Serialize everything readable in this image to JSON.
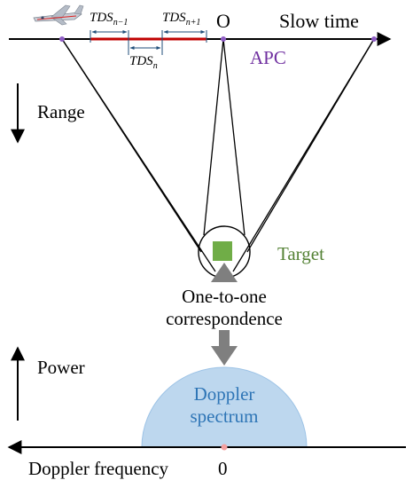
{
  "diagram": {
    "slow_time_label": "Slow time",
    "origin_label": "O",
    "apc_label": "APC",
    "range_label": "Range",
    "target_label": "Target",
    "correspondence_line1": "One-to-one",
    "correspondence_line2": "correspondence",
    "power_label": "Power",
    "spectrum_line1": "Doppler",
    "spectrum_line2": "spectrum",
    "doppler_frequency_label": "Doppler frequency",
    "zero_label": "0",
    "tds": {
      "prev": {
        "base": "TDS",
        "sub": "n−1"
      },
      "curr": {
        "base": "TDS",
        "sub": "n"
      },
      "next": {
        "base": "TDS",
        "sub": "n+1"
      }
    }
  },
  "colors": {
    "apc_purple": "#7030a0",
    "apc_point": "#8e5cc4",
    "target_green": "#70ad47",
    "target_text": "#548235",
    "arrow_gray": "#7f7f7f",
    "spectrum_fill": "#bdd7ee",
    "spectrum_text": "#2e75b6",
    "zero_point": "#f4a0a0",
    "segment_red": "#c00000",
    "bracket_blue": "#1f4e79"
  },
  "icons": {
    "aircraft": "aircraft-icon"
  }
}
